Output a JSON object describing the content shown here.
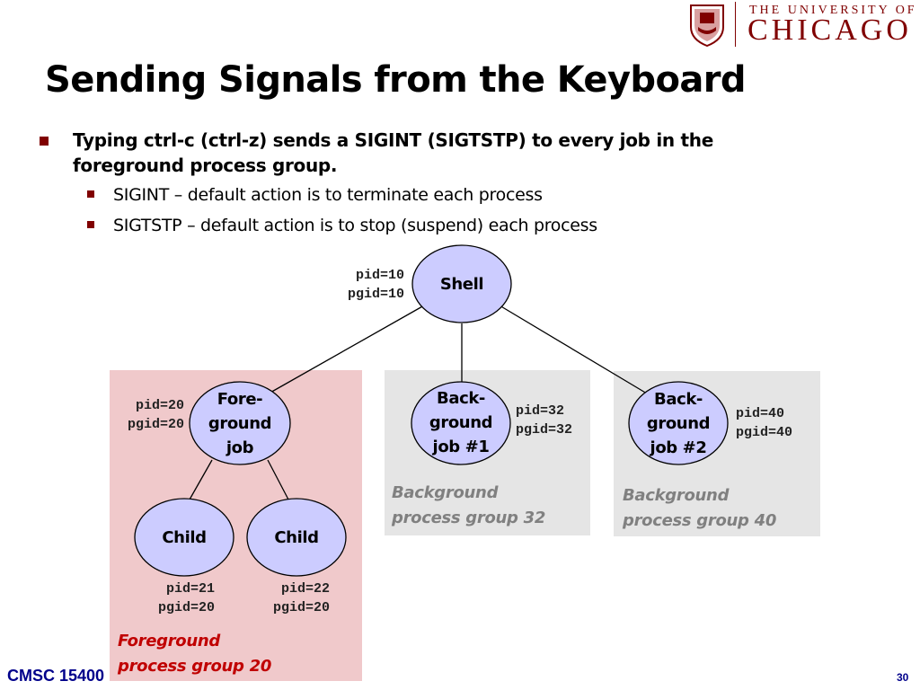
{
  "header": {
    "university_line1": "THE UNIVERSITY OF",
    "university_line2": "CHICAGO"
  },
  "title": "Sending Signals from the Keyboard",
  "bullets": {
    "main": "Typing ctrl-c (ctrl-z) sends a SIGINT (SIGTSTP) to every job in the foreground process group.",
    "sub": [
      "SIGINT – default action is to terminate each process",
      "SIGTSTP – default action is to stop (suspend) each process"
    ]
  },
  "nodes": {
    "shell": {
      "label": "Shell",
      "pid": "pid=10",
      "pgid": "pgid=10"
    },
    "foreground_job": {
      "label_lines": [
        "Fore-",
        "ground",
        "job"
      ],
      "pid": "pid=20",
      "pgid": "pgid=20"
    },
    "background_job1": {
      "label_lines": [
        "Back-",
        "ground",
        "job #1"
      ],
      "pid": "pid=32",
      "pgid": "pgid=32"
    },
    "background_job2": {
      "label_lines": [
        "Back-",
        "ground",
        "job #2"
      ],
      "pid": "pid=40",
      "pgid": "pgid=40"
    },
    "child1": {
      "label": "Child",
      "pid": "pid=21",
      "pgid": "pgid=20"
    },
    "child2": {
      "label": "Child",
      "pid": "pid=22",
      "pgid": "pgid=20"
    }
  },
  "groups": {
    "foreground": {
      "lines": [
        "Foreground",
        "process group 20"
      ],
      "color": "#c00000",
      "fill": "#f0c9cb"
    },
    "background32": {
      "lines": [
        "Background",
        "process group 32"
      ],
      "color": "#808080",
      "fill": "#e5e5e5"
    },
    "background40": {
      "lines": [
        "Background",
        "process group 40"
      ],
      "color": "#808080",
      "fill": "#e5e5e5"
    }
  },
  "colors": {
    "accent": "#800000",
    "node_fill": "#ccccff",
    "node_stroke": "#000000",
    "footer": "#00008b"
  },
  "footer": {
    "course": "CMSC 15400",
    "page": "30"
  }
}
